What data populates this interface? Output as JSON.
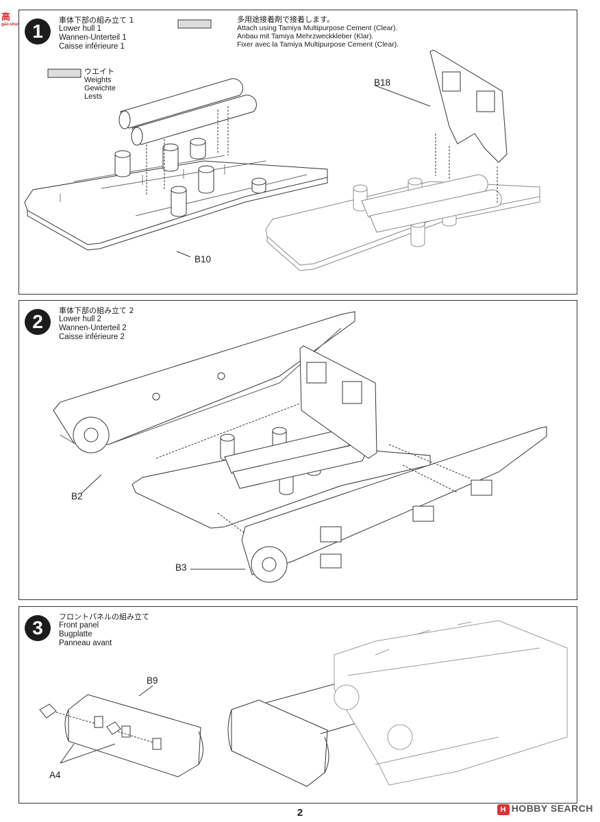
{
  "watermark_top": {
    "logo": "高",
    "url": "gao.shun.net"
  },
  "step1": {
    "number": "1",
    "title": [
      "車体下部の組み立て 1",
      "Lower hull 1",
      "Wannen-Unterteil 1",
      "Caisse inférieure 1"
    ],
    "cement_note": [
      "多用途接着剤で接着します。",
      "Attach using Tamiya Multipurpose Cement (Clear).",
      "Anbau mit Tamiya Mehrzweckkleber (Klar).",
      "Fixer avec la Tamiya Multipurpose Cement (Clear)."
    ],
    "weights_note": [
      "ウエイト",
      "Weights",
      "Gewichte",
      "Lests"
    ],
    "labels": {
      "b18": "B18",
      "b10": "B10"
    }
  },
  "step2": {
    "number": "2",
    "title": [
      "車体下部の組み立て 2",
      "Lower hull 2",
      "Wannen-Unterteil 2",
      "Caisse inférieure 2"
    ],
    "labels": {
      "b2": "B2",
      "b3": "B3"
    }
  },
  "step3": {
    "number": "3",
    "title": [
      "フロントパネルの組み立て",
      "Front panel",
      "Bugplatte",
      "Panneau avant"
    ],
    "labels": {
      "b9": "B9",
      "a4": "A4"
    }
  },
  "page_number": "2",
  "watermark": {
    "badge": "H",
    "text": "HOBBY SEARCH"
  }
}
